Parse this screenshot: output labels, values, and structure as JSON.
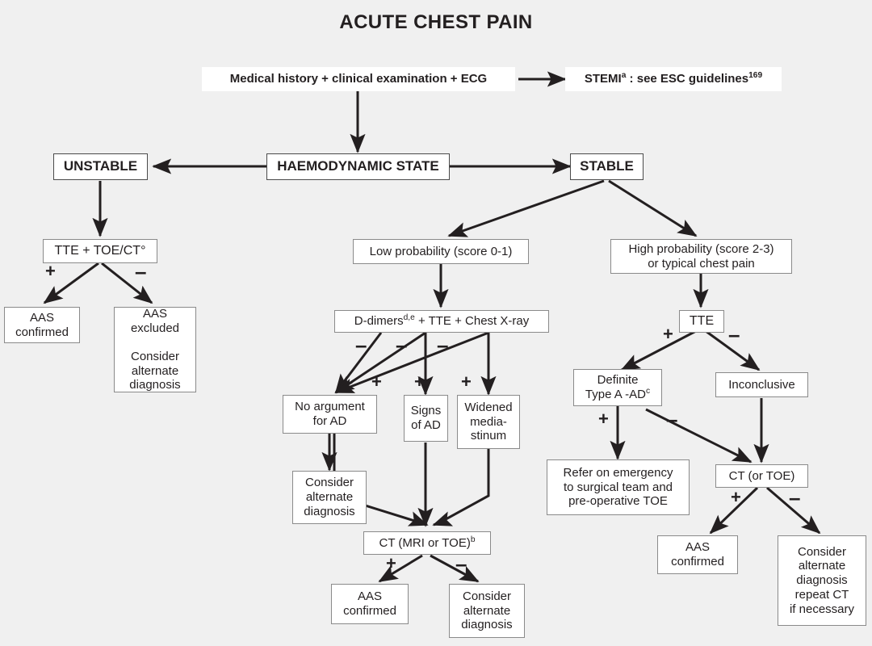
{
  "title": "ACUTE CHEST PAIN",
  "background_color": "#f0f0f0",
  "line_color": "#231f20",
  "box_border_color": "#8a8a8a",
  "box_fill_color": "#ffffff",
  "nodes": {
    "medical_history": "Medical history + clinical examination + ECG",
    "stemi": "STEMIᵃ : see ESC guidelines¹⁶⁹",
    "haemodynamic_state": "HAEMODYNAMIC STATE",
    "unstable": "UNSTABLE",
    "stable": "STABLE",
    "tte_toe_ct": "TTE + TOE/CT°",
    "aas_confirmed_left": "AAS\nconfirmed",
    "aas_excluded_left": "AAS\nexcluded\n\nConsider\nalternate\ndiagnosis",
    "low_probability": "Low probability (score 0-1)",
    "high_probability": "High probability (score 2-3)\nor typical chest pain",
    "d_dimers": "D-dimersᵈʳᵉ + TTE + Chest X-ray",
    "d_dimers_base": "D-dimers",
    "d_dimers_sup": "d,e",
    "d_dimers_rest": " + TTE + Chest X-ray",
    "no_argument_for_ad": "No argument\nfor AD",
    "signs_of_ad": "Signs\nof AD",
    "widened_mediastinum": "Widened\nmedia-\nstinum",
    "consider_alternate_mid": "Consider\nalternate\ndiagnosis",
    "ct_mri_or_toe_base": "CT (MRI or TOE)",
    "ct_mri_or_toe_sup": "b",
    "aas_confirmed_mid": "AAS\nconfirmed",
    "consider_alternate_mid2": "Consider\nalternate\ndiagnosis",
    "tte": "TTE",
    "definite_type_a_base": "Definite\nType A -AD",
    "definite_type_a_sup": "c",
    "inconclusive": "Inconclusive",
    "refer_on_emergency": "Refer on emergency\nto surgical team and\npre-operative TOE",
    "ct_or_toe": "CT (or TOE)",
    "aas_confirmed_right": "AAS\nconfirmed",
    "consider_alternate_right": "Consider\nalternate\ndiagnosis\nrepeat CT\nif necessary"
  },
  "signs": {
    "tte_toe_ct_plus": "+",
    "tte_toe_ct_minus": "–",
    "d_dimers_minus_1": "–",
    "d_dimers_minus_2": "–",
    "d_dimers_minus_3": "–",
    "d_dimers_plus_1": "+",
    "d_dimers_plus_2": "+",
    "d_dimers_plus_3": "+",
    "ct_mri_plus": "+",
    "ct_mri_minus": "–",
    "tte_plus": "+",
    "tte_minus": "–",
    "definite_plus": "+",
    "definite_minus": "–",
    "ct_or_toe_plus": "+",
    "ct_or_toe_minus": "–"
  },
  "chart_data": {
    "type": "flowchart",
    "title": "ACUTE CHEST PAIN",
    "description": "Diagnostic decision algorithm for acute chest pain / acute aortic syndrome",
    "edges": [
      {
        "from": "medical_history",
        "to": "stemi",
        "label": ""
      },
      {
        "from": "medical_history",
        "to": "haemodynamic_state",
        "label": ""
      },
      {
        "from": "haemodynamic_state",
        "to": "unstable",
        "label": ""
      },
      {
        "from": "haemodynamic_state",
        "to": "stable",
        "label": ""
      },
      {
        "from": "unstable",
        "to": "tte_toe_ct",
        "label": ""
      },
      {
        "from": "tte_toe_ct",
        "to": "aas_confirmed_left",
        "label": "+"
      },
      {
        "from": "tte_toe_ct",
        "to": "aas_excluded_left",
        "label": "–"
      },
      {
        "from": "stable",
        "to": "low_probability",
        "label": ""
      },
      {
        "from": "stable",
        "to": "high_probability",
        "label": ""
      },
      {
        "from": "low_probability",
        "to": "d_dimers",
        "label": ""
      },
      {
        "from": "d_dimers",
        "to": "no_argument_for_ad",
        "label": "–"
      },
      {
        "from": "d_dimers",
        "to": "signs_of_ad",
        "label": "+"
      },
      {
        "from": "d_dimers",
        "to": "widened_mediastinum",
        "label": "+"
      },
      {
        "from": "no_argument_for_ad",
        "to": "consider_alternate_mid",
        "label": ""
      },
      {
        "from": "signs_of_ad",
        "to": "ct_mri_or_toe",
        "label": ""
      },
      {
        "from": "widened_mediastinum",
        "to": "ct_mri_or_toe",
        "label": ""
      },
      {
        "from": "ct_mri_or_toe",
        "to": "aas_confirmed_mid",
        "label": "+"
      },
      {
        "from": "ct_mri_or_toe",
        "to": "consider_alternate_mid2",
        "label": "–"
      },
      {
        "from": "high_probability",
        "to": "tte",
        "label": ""
      },
      {
        "from": "tte",
        "to": "definite_type_a",
        "label": "+"
      },
      {
        "from": "tte",
        "to": "inconclusive",
        "label": "–"
      },
      {
        "from": "definite_type_a",
        "to": "refer_on_emergency",
        "label": "+"
      },
      {
        "from": "definite_type_a",
        "to": "ct_or_toe",
        "label": "–"
      },
      {
        "from": "inconclusive",
        "to": "ct_or_toe",
        "label": ""
      },
      {
        "from": "ct_or_toe",
        "to": "aas_confirmed_right",
        "label": "+"
      },
      {
        "from": "ct_or_toe",
        "to": "consider_alternate_right",
        "label": "–"
      }
    ]
  }
}
